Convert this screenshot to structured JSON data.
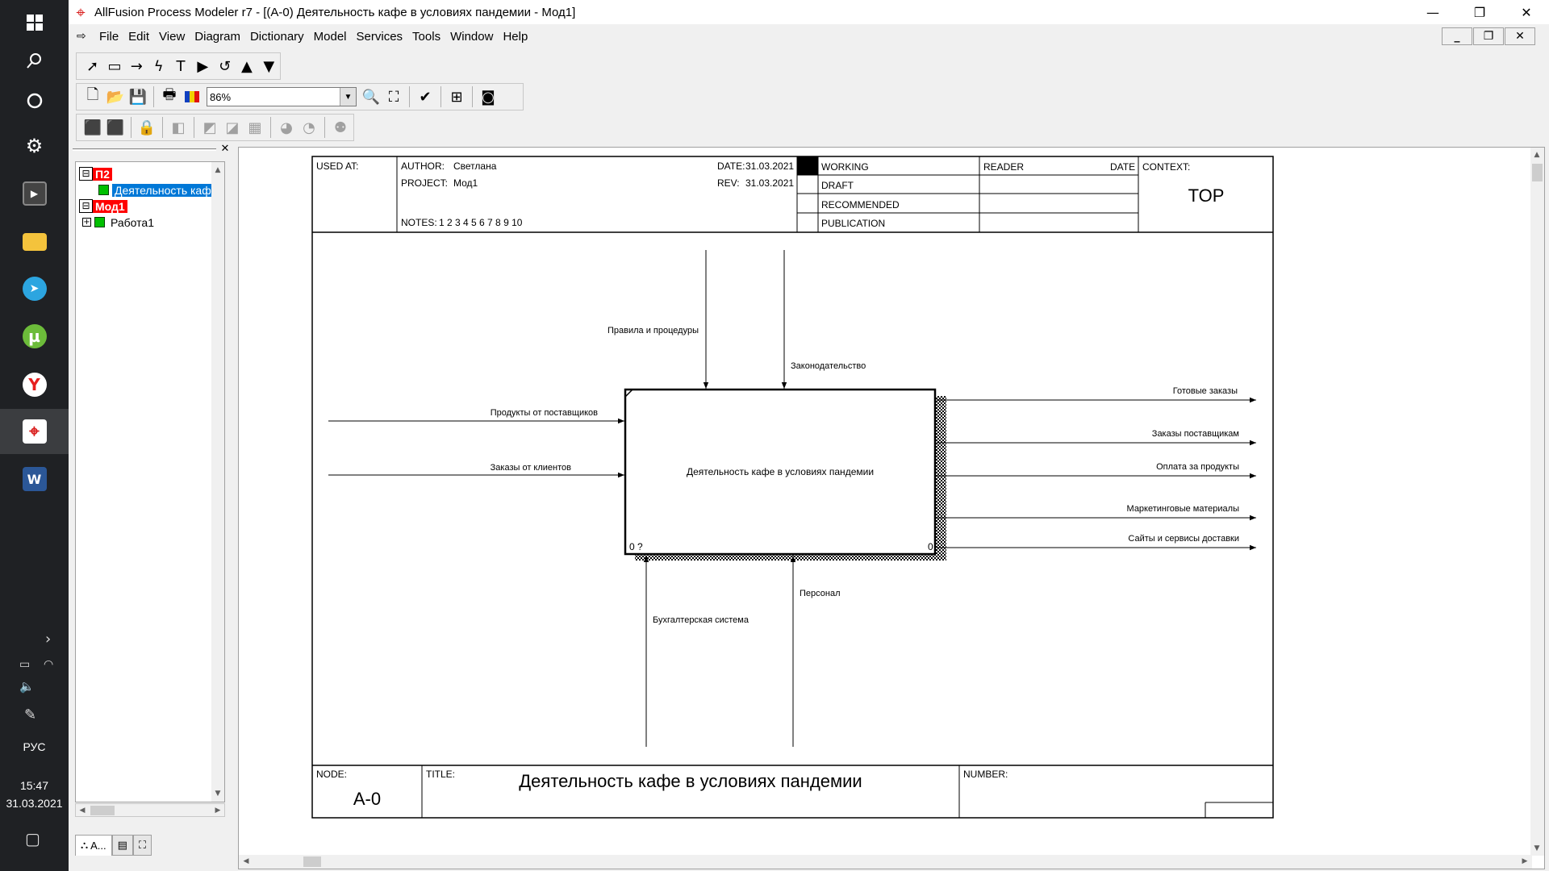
{
  "taskbar": {
    "icons": [
      "windows-start-icon",
      "search-icon",
      "cortana-icon",
      "settings-icon",
      "video-app-icon",
      "file-explorer-icon",
      "telegram-icon",
      "utorrent-icon",
      "yandex-browser-icon",
      "process-modeler-icon",
      "word-icon"
    ],
    "language": "РУС",
    "time": "15:47",
    "date": "31.03.2021"
  },
  "window": {
    "title": "AllFusion Process Modeler r7 - [(A-0) Деятельность кафе в условиях пандемии - Мод1]"
  },
  "menu": [
    "File",
    "Edit",
    "View",
    "Diagram",
    "Dictionary",
    "Model",
    "Services",
    "Tools",
    "Window",
    "Help"
  ],
  "toolbar": {
    "zoom": "86%"
  },
  "explorer": {
    "tree": [
      {
        "label": "П2",
        "style": "red",
        "level": 0,
        "expander": "⊟"
      },
      {
        "label": "Деятельность кафе в условиях пандемии",
        "style": "blue",
        "level": 1
      },
      {
        "label": "Мод1",
        "style": "red",
        "level": 0,
        "expander": "⊟"
      },
      {
        "label": "Работа1",
        "style": "plain",
        "level": 1,
        "expander": "+"
      }
    ],
    "tabs": [
      "A...",
      "",
      ""
    ]
  },
  "frame": {
    "used_at": "USED AT:",
    "author_label": "AUTHOR:",
    "author": "Светлана",
    "project_label": "PROJECT:",
    "project": "Мод1",
    "date_label": "DATE:",
    "date": "31.03.2021",
    "rev_label": "REV:",
    "rev": "31.03.2021",
    "notes_label": "NOTES:",
    "notes": "1  2  3  4  5  6  7  8  9  10",
    "status": [
      "WORKING",
      "DRAFT",
      "RECOMMENDED",
      "PUBLICATION"
    ],
    "reader_label": "READER",
    "reader_date_label": "DATE",
    "context_label": "CONTEXT:",
    "context": "TOP",
    "node_label": "NODE:",
    "node": "A-0",
    "title_label": "TITLE:",
    "title": "Деятельность кафе в условиях пандемии",
    "number_label": "NUMBER:"
  },
  "activity": {
    "name": "Деятельность кафе в условиях пандемии",
    "cost": "0 ?",
    "number": "0"
  },
  "arrows": {
    "controls": [
      "Правила и процедуры",
      "Законодательство"
    ],
    "inputs": [
      "Продукты от поставщиков",
      "Заказы от клиентов"
    ],
    "outputs": [
      "Готовые заказы",
      "Заказы поставщикам",
      "Оплата за продукты",
      "Маркетинговые материалы",
      "Сайты и сервисы доставки"
    ],
    "mechanisms": [
      "Бухгалтерская система",
      "Персонал"
    ]
  }
}
